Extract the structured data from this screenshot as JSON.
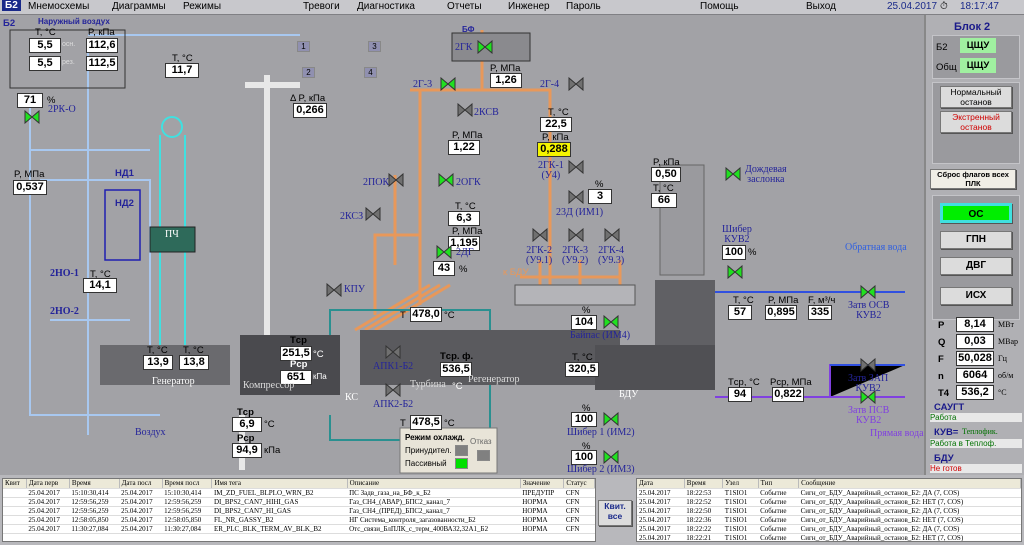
{
  "menu": {
    "unit": "Б2",
    "items": [
      "Мнемосхемы",
      "Диаграммы",
      "Режимы",
      "Тревоги",
      "Диагностика",
      "Отчеты",
      "Инженер",
      "Пароль",
      "Помощь",
      "Выход"
    ],
    "date": "25.04.2017",
    "time": "18:17:47"
  },
  "mnemo": {
    "unit_label": "Б2",
    "outside_air": {
      "title": "Наружный воздух",
      "t_label": "T, °C",
      "p_label": "P, кПа",
      "main_t": "5,5",
      "main_tag": "осн.",
      "main_p": "112,6",
      "res_t": "5,5",
      "res_tag": "рез.",
      "res_p": "112,5"
    },
    "t_air": {
      "label": "T, °C",
      "value": "11,7"
    },
    "rk": {
      "value": "71",
      "unit": "%",
      "name": "2РК-О"
    },
    "p_oil": {
      "label": "P, МПа",
      "value": "0,537"
    },
    "nd1": "НД1",
    "nd2": "НД2",
    "no1": "2НО-1",
    "no2": "2НО-2",
    "t_oil": {
      "label": "T, °C",
      "value": "14,1"
    },
    "pch": "ПЧ",
    "dp_filter": {
      "label": "Δ P, кПа",
      "value": "0,266"
    },
    "fans": [
      "1",
      "2",
      "3",
      "4"
    ],
    "bf": {
      "title": "БФ",
      "valve": "2ГК"
    },
    "p_gas1": {
      "label": "P, МПа",
      "value": "1,26"
    },
    "v_2g3": "2Г-3",
    "v_2g4": "2Г-4",
    "v_2ksv": "2КСВ",
    "t_gas": {
      "label": "T, °C",
      "value": "22,5"
    },
    "p_gas_kpa": {
      "label": "P, кПа",
      "value": "0,288"
    },
    "p_gas2": {
      "label": "P, МПа",
      "value": "1,22"
    },
    "v_2pok": "2ПОК",
    "v_2ogk": "2ОГК",
    "v_2ksz": "2КСЗ",
    "t_gas2": {
      "label": "T, °C",
      "value": "6,3"
    },
    "p_gas3": {
      "label": "P, МПа",
      "value": "1,195"
    },
    "v_2gk1": "2ГК-1\n(У4)",
    "im1": {
      "unit": "%",
      "value": "3",
      "name": "23Д (ИМ1)"
    },
    "v_2gk2": "2ГК-2\n(У9.1)",
    "v_2gk3": "2ГК-3\n(У9.2)",
    "v_2gk4": "2ГК-4\n(У9.3)",
    "to_bdu": "к БДУ",
    "dg": {
      "name": "2ДГ",
      "value": "43",
      "unit": "%"
    },
    "kpu": "КПУ",
    "t_top": {
      "label": "T",
      "value": "478,0",
      "unit": "°C"
    },
    "t_bot": {
      "label": "T",
      "value": "478,5",
      "unit": "°C"
    },
    "comp": {
      "tcp_label": "Tср",
      "tcp": "251,5",
      "tcp_unit": "°C",
      "pcp_label": "Рср",
      "pcp": "651",
      "pcp_unit": "кПа",
      "name": "Компрессор"
    },
    "ks": "КС",
    "apk1": "АПК1-Б2",
    "apk2": "АПК2-Б2",
    "turbine": "Турбина",
    "tcpf": {
      "label": "Tср. ф.",
      "value": "536,5",
      "unit": "°C"
    },
    "regen": "Регенератор",
    "t_exh": {
      "label": "T, °C",
      "value": "320,5"
    },
    "bypass": {
      "unit": "%",
      "value": "104",
      "name": "Байпас (ИМ4)"
    },
    "bdu": "БДУ",
    "shiber1": {
      "unit": "%",
      "value": "100",
      "name": "Шибер 1 (ИМ2)"
    },
    "shiber2": {
      "unit": "%",
      "value": "100",
      "name": "Шибер 2 (ИМ3)"
    },
    "inlet": {
      "tcp_label": "Tср",
      "tcp": "6,9",
      "tcp_unit": "°C",
      "pcp_label": "Рср",
      "pcp": "94,9",
      "pcp_unit": "кПа"
    },
    "generator": {
      "name": "Генератор",
      "t_label1": "T, °C",
      "t1": "13,9",
      "t_label2": "T, °C",
      "t2": "13,8"
    },
    "air": "Воздух",
    "cooling": {
      "title": "Режим охлажд.",
      "forced": "Принудител.",
      "passive": "Пассивный",
      "fail": "Отказ"
    },
    "stack": {
      "p_label": "P, кПа",
      "p": "0,50",
      "t_label": "T, °C",
      "t": "66",
      "rain": "Дождевая\nзаслонка"
    },
    "shiber_kuv": {
      "name": "Шибер\nКУВ2",
      "value": "100",
      "unit": "%"
    },
    "return_water": "Обратная вода",
    "rw": {
      "t_label": "T, °C",
      "t": "57",
      "p_label": "P, МПа",
      "p": "0,895",
      "f_label": "F, м³/ч",
      "f": "335"
    },
    "osv": "Затв ОСВ\nКУВ2",
    "zap": "Затв ЗАП\nКУВ2",
    "psv": "Затв ПСВ\nКУВ2",
    "sw": {
      "t_label": "Tср, °C",
      "t": "94",
      "p_label": "Рср, МПа",
      "p": "0,822"
    },
    "supply_water": "Прямая вода"
  },
  "right": {
    "title": "Блок 2",
    "b2_label": "Б2",
    "b2_value": "ЦЩУ",
    "common_label": "Общ",
    "common_value": "ЦЩУ",
    "normal_stop": "Нормальный останов",
    "emergency_stop": "Экстренный останов",
    "reset_flags": "Сброс флагов всех ПЛК",
    "modes": [
      "ОС",
      "ГПН",
      "ДВГ",
      "ИСХ"
    ],
    "params": [
      {
        "name": "P",
        "value": "8,14",
        "unit": "МВт"
      },
      {
        "name": "Q",
        "value": "0,03",
        "unit": "МВар"
      },
      {
        "name": "F",
        "value": "50,028",
        "unit": "Гц"
      },
      {
        "name": "n",
        "value": "6064",
        "unit": "об/м"
      },
      {
        "name": "T4",
        "value": "536,2",
        "unit": "°C"
      }
    ],
    "saugt_label": "САУГТ",
    "saugt_status": "Работа",
    "kuv_label": "КУВ=",
    "kuv_mode": "Теплофик.",
    "kuv_status": "Работа в Теплоф.",
    "bdu_label": "БДУ",
    "bdu_status": "Не готов",
    "accent": "#00ff00",
    "status_green": "#007000",
    "status_red": "#d00000"
  },
  "alarms": {
    "headers": [
      "Квит",
      "Дата перв",
      "Время",
      "Дата посл",
      "Время посл",
      "Имя тега",
      "Описание",
      "Значение",
      "Статус"
    ],
    "rows": [
      [
        "",
        "25.04.2017",
        "15:10:30,414",
        "25.04.2017",
        "15:10:30,414",
        "IM_ZD_FUEL_BLPLO_WRN_B2",
        "ПС Задв_газа_на_БФ_к_Б2",
        "ПРЕДУПР",
        "CFN"
      ],
      [
        "",
        "25.04.2017",
        "12:59:56,259",
        "25.04.2017",
        "12:59:56,259",
        "DI_BPS2_CAN7_HIHI_GAS",
        "Газ_CH4_(АВАР)_БПС2_канал_7",
        "НОРМА",
        "CFN"
      ],
      [
        "",
        "25.04.2017",
        "12:59:56,259",
        "25.04.2017",
        "12:59:56,259",
        "DI_BPS2_CAN7_HI_GAS",
        "Газ_CH4_(ПРЕД)_БПС2_канал_7",
        "НОРМА",
        "CFN"
      ],
      [
        "",
        "25.04.2017",
        "12:58:05,850",
        "25.04.2017",
        "12:58:05,850",
        "FL_NR_GASSY_B2",
        "НГ Система_контроля_загазованности_Б2",
        "НОРМА",
        "CFN"
      ],
      [
        "",
        "25.04.2017",
        "11:30:27,084",
        "25.04.2017",
        "11:30:27,084",
        "ER_PLC_BLK_TERM_AV_BLK_B2",
        "Отс_связи_БлПЛК_с_терм_400ВА32,32А1_Б2",
        "НОРМА",
        "CFN"
      ]
    ]
  },
  "ack_all": "Квит. все",
  "events": {
    "headers": [
      "Дата",
      "Время",
      "Узел",
      "Тип",
      "Сообщение"
    ],
    "rows": [
      [
        "25.04.2017",
        "18:22:53",
        "T1SIO1",
        "Событие",
        "Сигн_от_БДУ_Аварийный_останов_Б2: ДА (7, COS)"
      ],
      [
        "25.04.2017",
        "18:22:52",
        "T1SIO1",
        "Событие",
        "Сигн_от_БДУ_Аварийный_останов_Б2: НЕТ (7, COS)"
      ],
      [
        "25.04.2017",
        "18:22:50",
        "T1SIO1",
        "Событие",
        "Сигн_от_БДУ_Аварийный_останов_Б2: ДА (7, COS)"
      ],
      [
        "25.04.2017",
        "18:22:36",
        "T1SIO1",
        "Событие",
        "Сигн_от_БДУ_Аварийный_останов_Б2: НЕТ (7, COS)"
      ],
      [
        "25.04.2017",
        "18:22:22",
        "T1SIO1",
        "Событие",
        "Сигн_от_БДУ_Аварийный_останов_Б2: ДА (7, COS)"
      ],
      [
        "25.04.2017",
        "18:22:21",
        "T1SIO1",
        "Событие",
        "Сигн_от_БДУ_Аварийный_останов_Б2: НЕТ (7, COS)"
      ]
    ]
  }
}
